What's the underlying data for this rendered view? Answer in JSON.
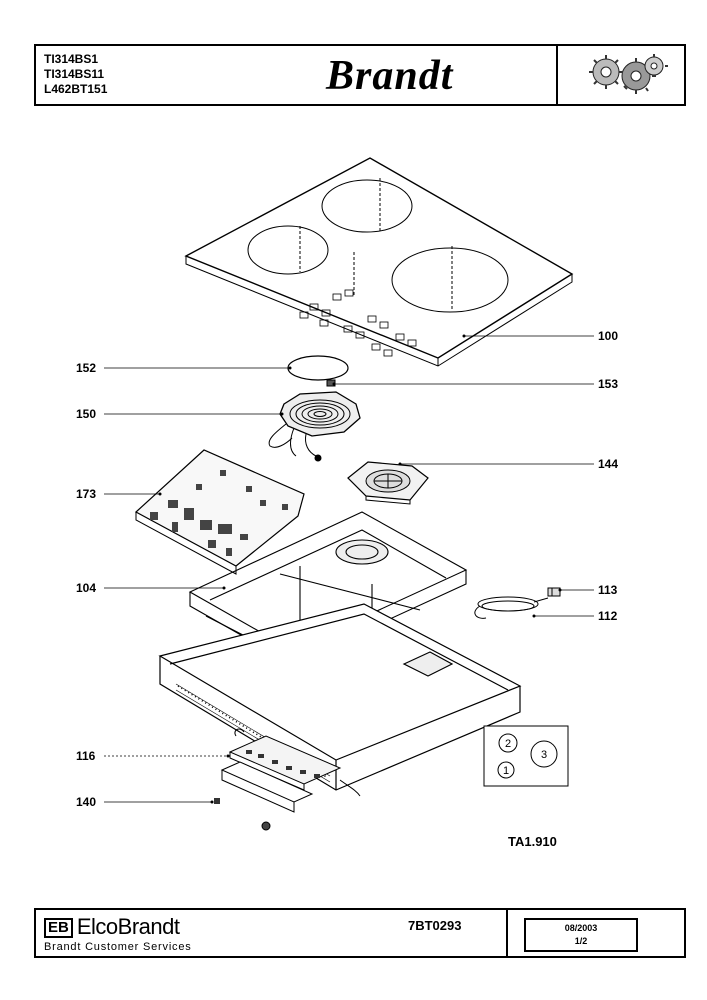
{
  "header": {
    "models": [
      "TI314BS1",
      "TI314BS11",
      "L462BT151"
    ],
    "brand": "Brandt",
    "logo_icon": "gears-icon"
  },
  "callouts": {
    "c100": "100",
    "c152": "152",
    "c153": "153",
    "c150": "150",
    "c144": "144",
    "c173": "173",
    "c104": "104",
    "c113": "113",
    "c112": "112",
    "c116": "116",
    "c140": "140"
  },
  "zone_legend": {
    "z1": "1",
    "z2": "2",
    "z3": "3"
  },
  "figure_code": "TA1.910",
  "footer": {
    "logo_mark": "EB",
    "company": "ElcoBrandt",
    "service": "Brandt Customer Services",
    "doc_code": "7BT0293",
    "date": "08/2003",
    "page": "1/2"
  }
}
